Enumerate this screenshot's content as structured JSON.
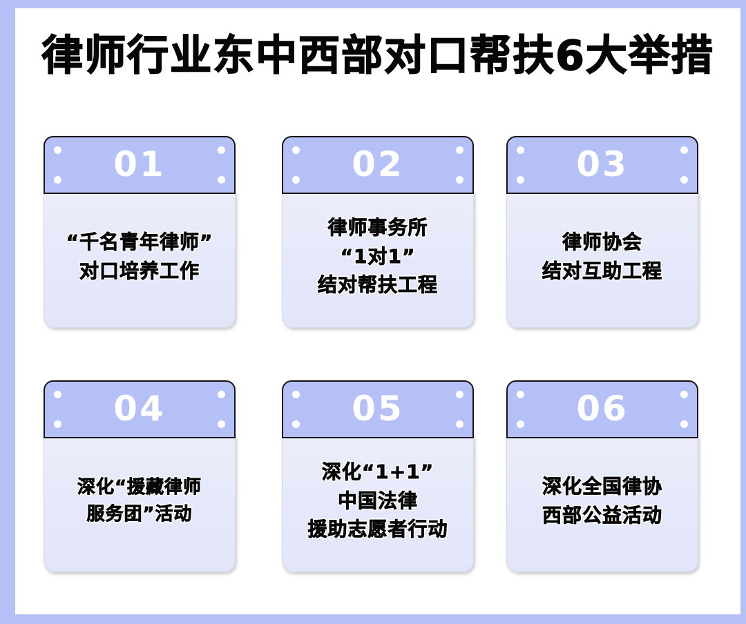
{
  "poster": {
    "title": "律师行业东中西部对口帮扶6大举措",
    "border_color": "#b4c0f6",
    "canvas_color": "#ffffff",
    "header_color": "#b5c0f6",
    "body_color": "#e6e9fa",
    "outline_color": "#141418",
    "number_color": "#ffffff",
    "text_color": "#080808"
  },
  "cards": [
    {
      "number": "01",
      "lines": [
        "“千名青年律师”",
        "对口培养工作"
      ]
    },
    {
      "number": "02",
      "lines": [
        "律师事务所",
        "“1对1”",
        "结对帮扶工程"
      ]
    },
    {
      "number": "03",
      "lines": [
        "律师协会",
        "结对互助工程"
      ]
    },
    {
      "number": "04",
      "lines": [
        "深化“援藏律师",
        "服务团”活动"
      ]
    },
    {
      "number": "05",
      "lines": [
        "深化“1+1”",
        "中国法律",
        "援助志愿者行动"
      ]
    },
    {
      "number": "06",
      "lines": [
        "深化全国律协",
        "西部公益活动"
      ]
    }
  ]
}
